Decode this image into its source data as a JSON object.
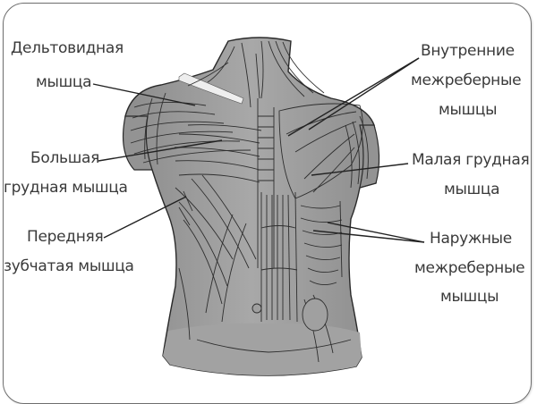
{
  "figure": {
    "type": "anatomical-illustration",
    "subject": "torso muscles (anterior view)",
    "colors": {
      "background": "#ffffff",
      "frame": "#6e6e6e",
      "muscle_fill": "#9a9a9a",
      "muscle_fill_light": "#b8b8b8",
      "muscle_line": "#2e2e2e",
      "clavicle": "#e8e8e8",
      "label_text": "#3a3a3a",
      "leader_line": "#222222"
    }
  },
  "labels": {
    "deltoid": {
      "line1": "Дельтовидная",
      "line2": "мышца"
    },
    "pectoralis_major": {
      "line1": "Большая",
      "line2": "грудная мышца"
    },
    "serratus_anterior": {
      "line1": "Передняя",
      "line2": "зубчатая мышца"
    },
    "internal_intercostal": {
      "line1": "Внутренние",
      "line2": "межреберные",
      "line3": "мышцы"
    },
    "pectoralis_minor": {
      "line1": "Малая грудная",
      "line2": "мышца"
    },
    "external_intercostal": {
      "line1": "Наружные",
      "line2": "межреберные",
      "line3": "мышцы"
    }
  }
}
